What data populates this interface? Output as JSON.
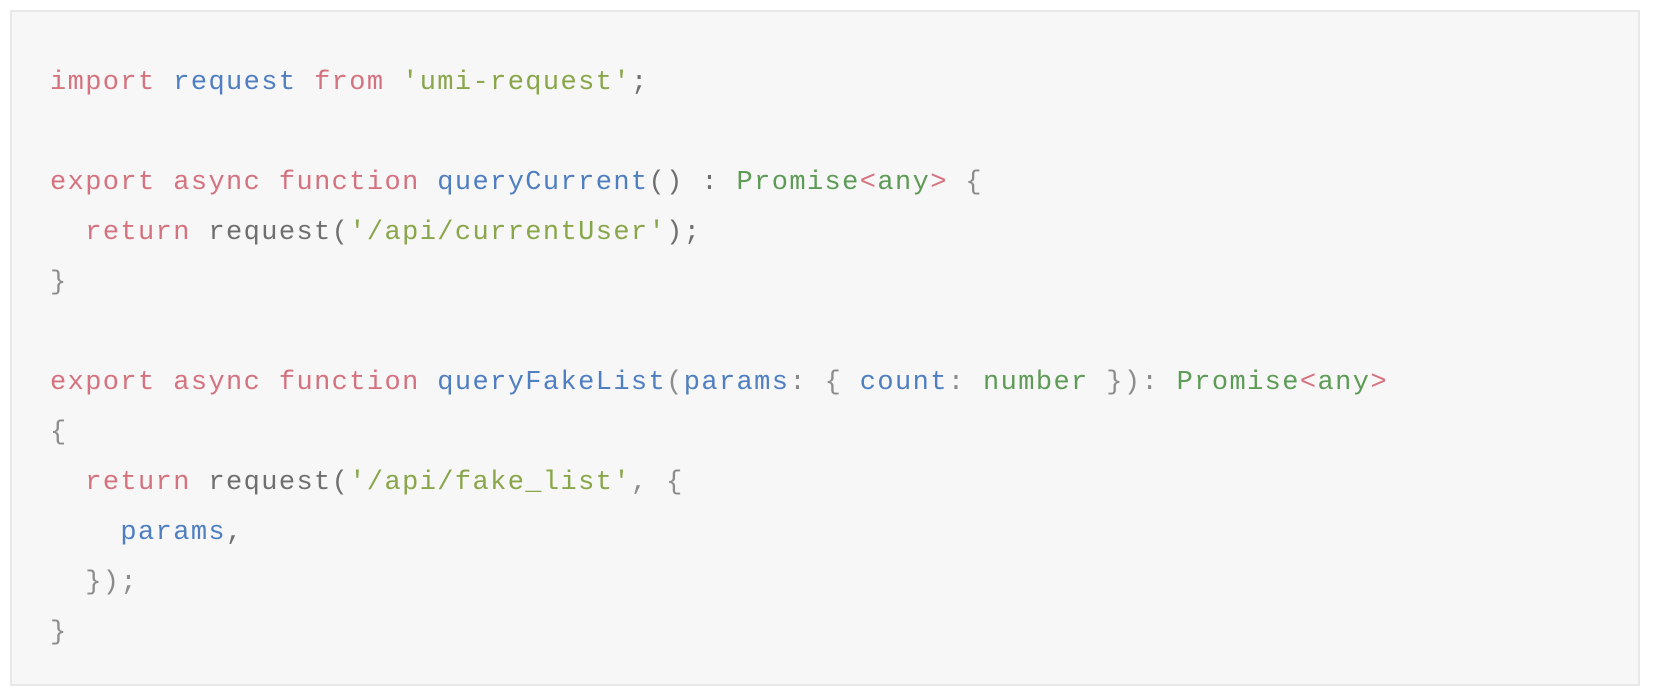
{
  "lines": [
    [
      {
        "t": "import",
        "k": "kw"
      },
      {
        "t": " ",
        "k": "plain"
      },
      {
        "t": "request",
        "k": "ident"
      },
      {
        "t": " ",
        "k": "plain"
      },
      {
        "t": "from",
        "k": "kw"
      },
      {
        "t": " ",
        "k": "plain"
      },
      {
        "t": "'umi-request'",
        "k": "str"
      },
      {
        "t": ";",
        "k": "dark"
      }
    ],
    [],
    [
      {
        "t": "export",
        "k": "kw"
      },
      {
        "t": " ",
        "k": "plain"
      },
      {
        "t": "async",
        "k": "kw"
      },
      {
        "t": " ",
        "k": "plain"
      },
      {
        "t": "function",
        "k": "kw"
      },
      {
        "t": " ",
        "k": "plain"
      },
      {
        "t": "queryCurrent",
        "k": "ident"
      },
      {
        "t": "() : ",
        "k": "dark"
      },
      {
        "t": "Promise",
        "k": "type"
      },
      {
        "t": "<",
        "k": "kw"
      },
      {
        "t": "any",
        "k": "type"
      },
      {
        "t": ">",
        "k": "kw"
      },
      {
        "t": " {",
        "k": "plain"
      }
    ],
    [
      {
        "t": "  ",
        "k": "plain"
      },
      {
        "t": "return",
        "k": "kw"
      },
      {
        "t": " request(",
        "k": "dark"
      },
      {
        "t": "'/api/currentUser'",
        "k": "str"
      },
      {
        "t": ");",
        "k": "dark"
      }
    ],
    [
      {
        "t": "}",
        "k": "plain"
      }
    ],
    [],
    [
      {
        "t": "export",
        "k": "kw"
      },
      {
        "t": " ",
        "k": "plain"
      },
      {
        "t": "async",
        "k": "kw"
      },
      {
        "t": " ",
        "k": "plain"
      },
      {
        "t": "function",
        "k": "kw"
      },
      {
        "t": " ",
        "k": "plain"
      },
      {
        "t": "queryFakeList",
        "k": "ident"
      },
      {
        "t": "(",
        "k": "plain"
      },
      {
        "t": "params",
        "k": "ident"
      },
      {
        "t": ": { ",
        "k": "plain"
      },
      {
        "t": "count",
        "k": "ident"
      },
      {
        "t": ": ",
        "k": "plain"
      },
      {
        "t": "number",
        "k": "type"
      },
      {
        "t": " }): ",
        "k": "plain"
      },
      {
        "t": "Promise",
        "k": "type"
      },
      {
        "t": "<",
        "k": "kw"
      },
      {
        "t": "any",
        "k": "type"
      },
      {
        "t": ">",
        "k": "kw"
      }
    ],
    [
      {
        "t": "{",
        "k": "plain"
      }
    ],
    [
      {
        "t": "  ",
        "k": "plain"
      },
      {
        "t": "return",
        "k": "kw"
      },
      {
        "t": " request(",
        "k": "dark"
      },
      {
        "t": "'/api/fake_list'",
        "k": "str"
      },
      {
        "t": ", {",
        "k": "plain"
      }
    ],
    [
      {
        "t": "    ",
        "k": "plain"
      },
      {
        "t": "params",
        "k": "ident"
      },
      {
        "t": ",",
        "k": "dark"
      }
    ],
    [
      {
        "t": "  });",
        "k": "plain"
      }
    ],
    [
      {
        "t": "}",
        "k": "plain"
      }
    ]
  ],
  "colors": {
    "background": "#f7f7f7",
    "keyword": "#d4737f",
    "identifier": "#4f7fc1",
    "string": "#8aa64a",
    "type": "#5e9b57",
    "punctuation": "#8c8c8c"
  }
}
